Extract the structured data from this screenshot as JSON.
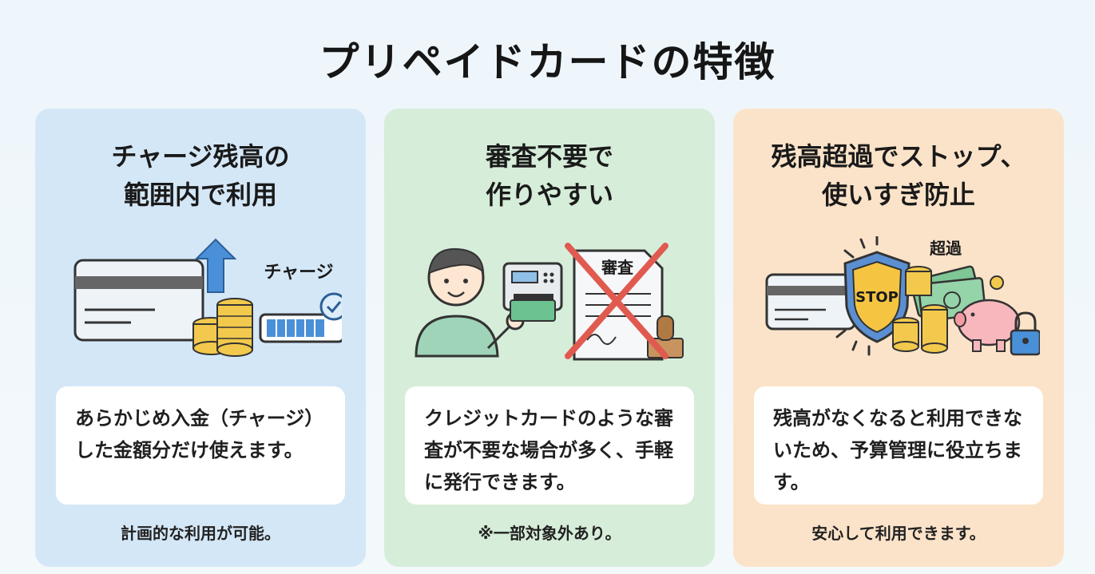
{
  "title": "プリペイドカードの特徴",
  "cards": [
    {
      "heading_line1": "チャージ残高の",
      "heading_line2": "範囲内で利用",
      "illustration_label": "チャージ",
      "description": "あらかじめ入金（チャージ）した金額分だけ使えます。",
      "footnote": "計画的な利用が可能。",
      "background": "#d4e7f7",
      "icons": [
        "credit-card-icon",
        "arrow-up-icon",
        "coins-icon",
        "battery-icon",
        "check-icon"
      ]
    },
    {
      "heading_line1": "審査不要で",
      "heading_line2": "作りやすい",
      "illustration_label": "審査",
      "description": "クレジットカードのような審査が不要な場合が多く、手軽に発行できます。",
      "footnote": "※一部対象外あり。",
      "background": "#d6edd9",
      "icons": [
        "person-icon",
        "card-terminal-icon",
        "document-icon",
        "cross-mark-icon",
        "stamp-icon"
      ]
    },
    {
      "heading_line1": "残高超過でストップ、",
      "heading_line2": "使いすぎ防止",
      "illustration_label": "超過",
      "shield_label": "STOP",
      "description": "残高がなくなると利用できないため、予算管理に役立ちます。",
      "footnote": "安心して利用できます。",
      "background": "#fbe3c9",
      "icons": [
        "credit-card-icon",
        "shield-icon",
        "coins-icon",
        "cash-icon",
        "piggy-bank-icon",
        "padlock-icon"
      ]
    }
  ]
}
